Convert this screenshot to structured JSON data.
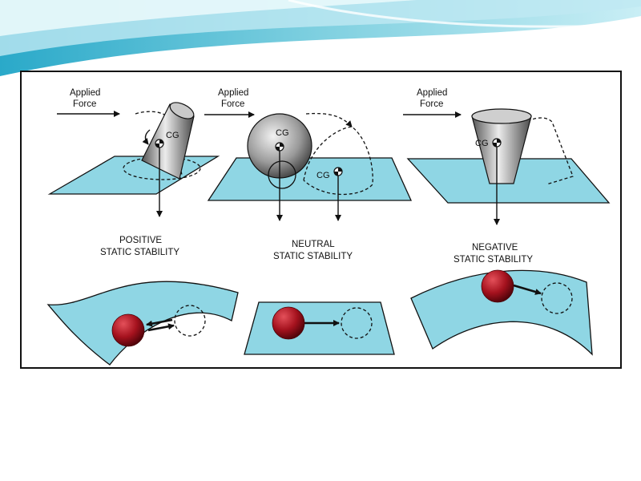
{
  "banner": {
    "colors": {
      "light": "#cfeff6",
      "mid": "#7fd0e0",
      "dark": "#1e9fc0"
    }
  },
  "panels": [
    {
      "id": "positive",
      "applied_force_line1": "Applied",
      "applied_force_line2": "Force",
      "cg_label": "CG",
      "caption_line1": "POSITIVE",
      "caption_line2": "STATIC STABILITY"
    },
    {
      "id": "neutral",
      "applied_force_line1": "Applied",
      "applied_force_line2": "Force",
      "cg_label": "CG",
      "cg_label_2": "CG",
      "caption_line1": "NEUTRAL",
      "caption_line2": "STATIC STABILITY"
    },
    {
      "id": "negative",
      "applied_force_line1": "Applied",
      "applied_force_line2": "Force",
      "cg_label": "CG",
      "caption_line1": "NEGATIVE",
      "caption_line2": "STATIC STABILITY"
    }
  ],
  "colors": {
    "surface": "#8fd6e4",
    "ball": "#b01824",
    "object": "#8a8a8a"
  }
}
